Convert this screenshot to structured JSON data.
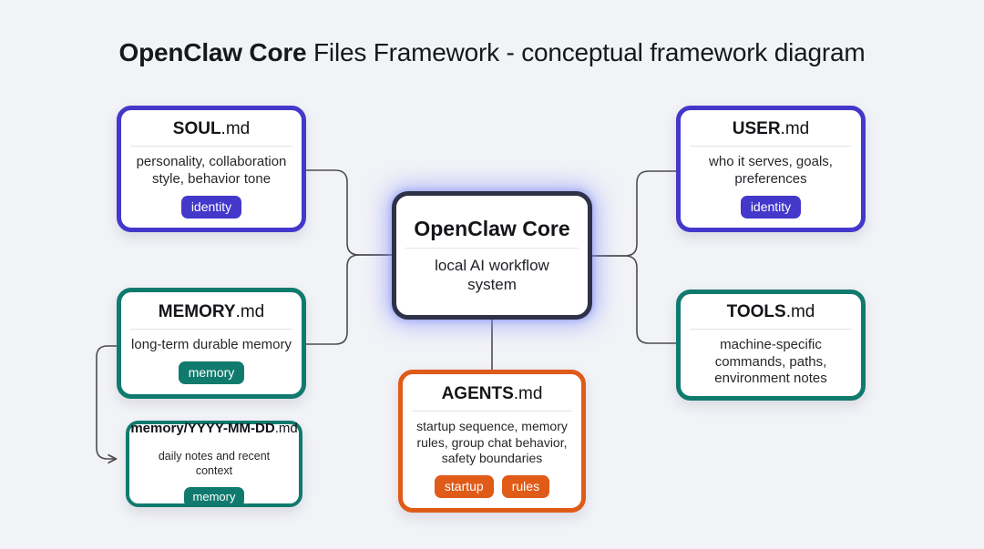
{
  "title": {
    "bold": "OpenClaw Core",
    "rest": " Files Framework - conceptual framework diagram"
  },
  "nodes": {
    "soul": {
      "name": "SOUL",
      "ext": ".md",
      "desc": "personality, collaboration\nstyle, behavior tone",
      "badge": "identity"
    },
    "user": {
      "name": "USER",
      "ext": ".md",
      "desc": "who it serves, goals,\npreferences",
      "badge": "identity"
    },
    "memory": {
      "name": "MEMORY",
      "ext": ".md",
      "desc": "long-term durable memory",
      "badge": "memory"
    },
    "daily": {
      "name": "memory/YYYY-MM-DD",
      "ext": ".md",
      "desc": "daily notes and recent context",
      "badge": "memory"
    },
    "core": {
      "name": "OpenClaw Core",
      "desc": "local AI workflow\nsystem"
    },
    "agents": {
      "name": "AGENTS",
      "ext": ".md",
      "desc": "startup sequence, memory\nrules, group chat behavior,\nsafety boundaries",
      "badges": [
        "startup",
        "rules"
      ]
    },
    "tools": {
      "name": "TOOLS",
      "ext": ".md",
      "desc": "machine-specific\ncommands, paths,\nenvironment notes"
    }
  },
  "colors": {
    "identity_accent": "#4338ca",
    "memory_accent": "#117a6e",
    "agents_accent": "#e05b18",
    "core_border": "#2e3147",
    "core_glow": "#818cf8",
    "connector": "#4d4d4d",
    "background": "#f2f3f7",
    "box_background": "#ffffff"
  }
}
